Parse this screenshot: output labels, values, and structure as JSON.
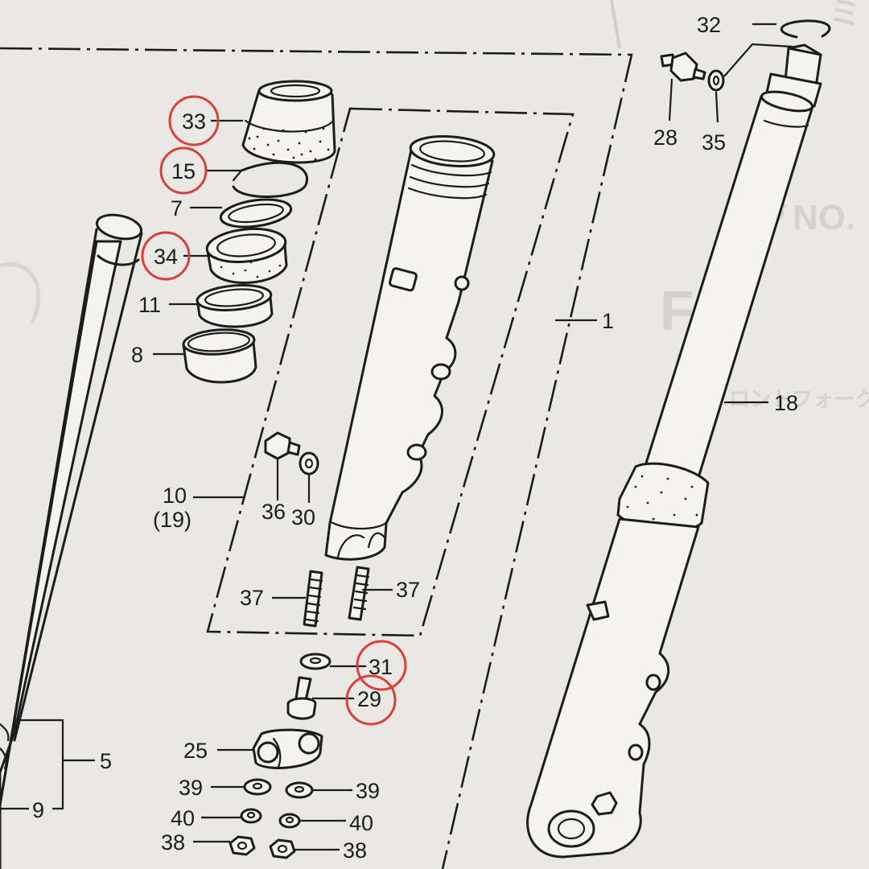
{
  "background_text": {
    "no": "NO.",
    "no_kana": "ジ",
    "code": "F-8",
    "katakana": "フロントフォーク",
    "corner": "ミ"
  },
  "callouts": {
    "c1": "1",
    "c5": "5",
    "c7": "7",
    "c8": "8",
    "c9": "9",
    "c10": "10",
    "c10b": "(19)",
    "c11": "11",
    "c15": "15",
    "c18": "18",
    "c25": "25",
    "c28": "28",
    "c29": "29",
    "c30": "30",
    "c31": "31",
    "c32": "32",
    "c33": "33",
    "c34": "34",
    "c35": "35",
    "c36": "36",
    "c37a": "37",
    "c37b": "37",
    "c38a": "38",
    "c38b": "38",
    "c39a": "39",
    "c39b": "39",
    "c40a": "40",
    "c40b": "40"
  },
  "highlight_color": "#d9403a"
}
